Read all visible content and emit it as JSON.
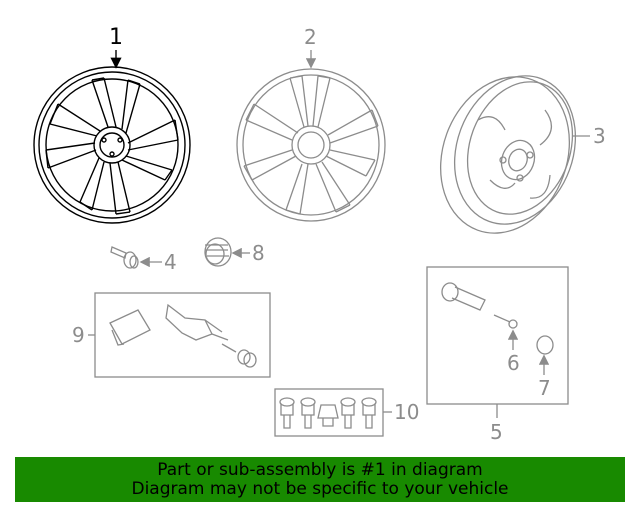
{
  "callouts": {
    "c1": "1",
    "c2": "2",
    "c3": "3",
    "c4": "4",
    "c5": "5",
    "c6": "6",
    "c7": "7",
    "c8": "8",
    "c9": "9",
    "c10": "10"
  },
  "banner": {
    "line1": "Part or sub-assembly is #1 in diagram",
    "line2": "Diagram may not be specific to your vehicle"
  },
  "colors": {
    "banner_bg": "#188a00",
    "highlight": "#000000",
    "line": "#8c8c8c"
  }
}
